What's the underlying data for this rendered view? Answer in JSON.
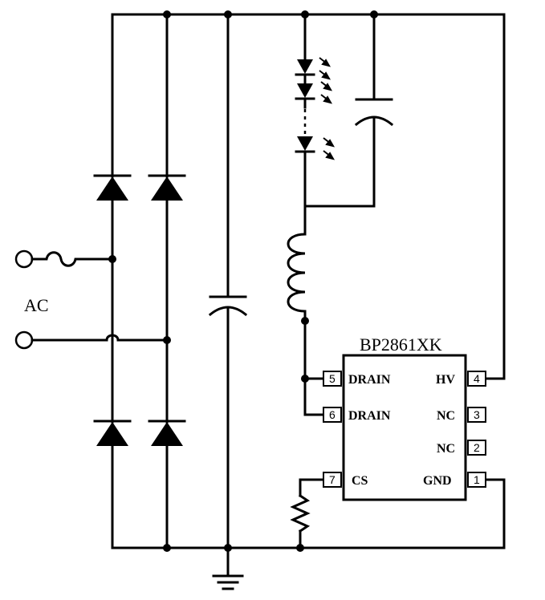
{
  "source_label": "AC",
  "ic": {
    "name": "BP2861XK",
    "pins": [
      {
        "num": "5",
        "name": "DRAIN"
      },
      {
        "num": "6",
        "name": "DRAIN"
      },
      {
        "num": "7",
        "name": "CS"
      },
      {
        "num": "4",
        "name": "HV"
      },
      {
        "num": "3",
        "name": "NC"
      },
      {
        "num": "2",
        "name": "NC"
      },
      {
        "num": "1",
        "name": "GND"
      }
    ]
  }
}
